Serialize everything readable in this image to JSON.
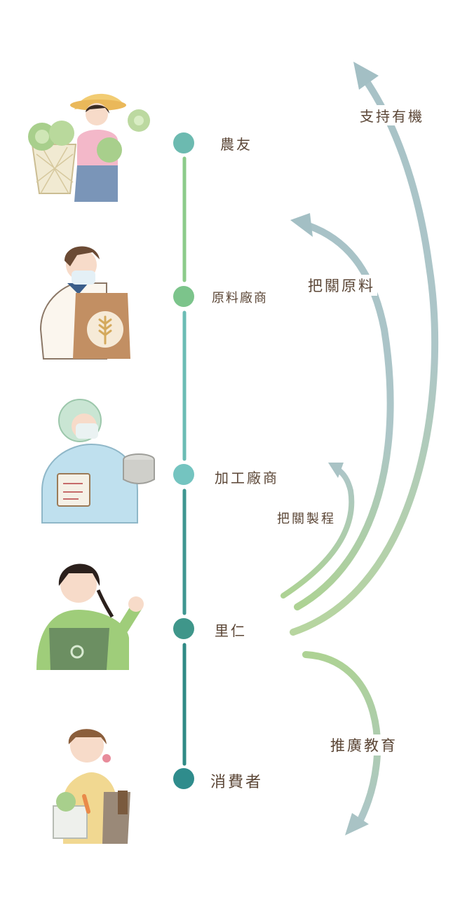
{
  "stages": [
    {
      "key": "farmer",
      "label": "農友",
      "color": "#6cbab0"
    },
    {
      "key": "supplier",
      "label": "原料廠商",
      "color": "#7cc48b"
    },
    {
      "key": "processor",
      "label": "加工廠商",
      "color": "#74c4c0"
    },
    {
      "key": "lijen",
      "label": "里仁",
      "color": "#3f968a"
    },
    {
      "key": "consumer",
      "label": "消費者",
      "color": "#2f8c8c"
    }
  ],
  "flows": [
    {
      "key": "support",
      "label": "支持有機"
    },
    {
      "key": "source",
      "label": "把關原料"
    },
    {
      "key": "process",
      "label": "把關製程"
    },
    {
      "key": "educate",
      "label": "推廣教育"
    }
  ],
  "colors": {
    "line_top": "#8ccb8a",
    "line_mid": "#6bbcb4",
    "line_bottom": "#2f8a85",
    "arrow_blue": "#a9c3c5",
    "arrow_green": "#b3d39a",
    "text": "#5b4636"
  }
}
